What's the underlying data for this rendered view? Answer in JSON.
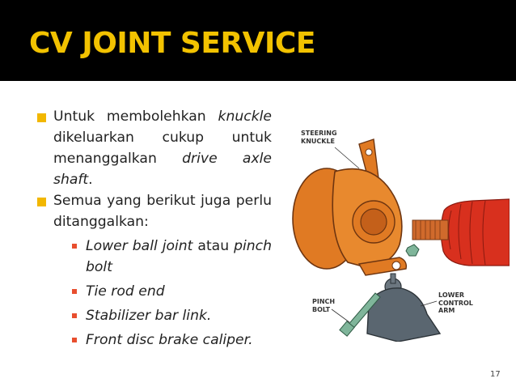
{
  "slide": {
    "title": "CV JOINT SERVICE",
    "bullets": [
      {
        "parts": [
          "Untuk membolehkan ",
          "knuckle",
          " dikeluarkan cukup untuk menanggalkan ",
          "drive axle shaft",
          "."
        ]
      },
      {
        "text": "Semua yang berikut juga perlu ditanggalkan:"
      }
    ],
    "sub_bullets": [
      {
        "italic": "Lower ball joint",
        "plain": " atau ",
        "italic2": "pinch bolt"
      },
      {
        "italic": "Tie rod end"
      },
      {
        "italic": "Stabilizer bar link."
      },
      {
        "italic": "Front disc brake caliper."
      }
    ],
    "page_number": "17"
  },
  "figure": {
    "labels": {
      "steering_knuckle": "STEERING\nKNUCKLE",
      "pinch_bolt": "PINCH\nBOLT",
      "lower_control_arm": "LOWER\nCONTROL\nARM"
    },
    "colors": {
      "knuckle": "#e07a23",
      "boot": "#d8301e",
      "control_arm": "#5a6670",
      "bolt": "#7fb59a"
    }
  },
  "colors": {
    "title_bar": "#000000",
    "title_text": "#f2c200",
    "bullet_square": "#f2b700",
    "sub_bullet": "#e84e2e"
  }
}
